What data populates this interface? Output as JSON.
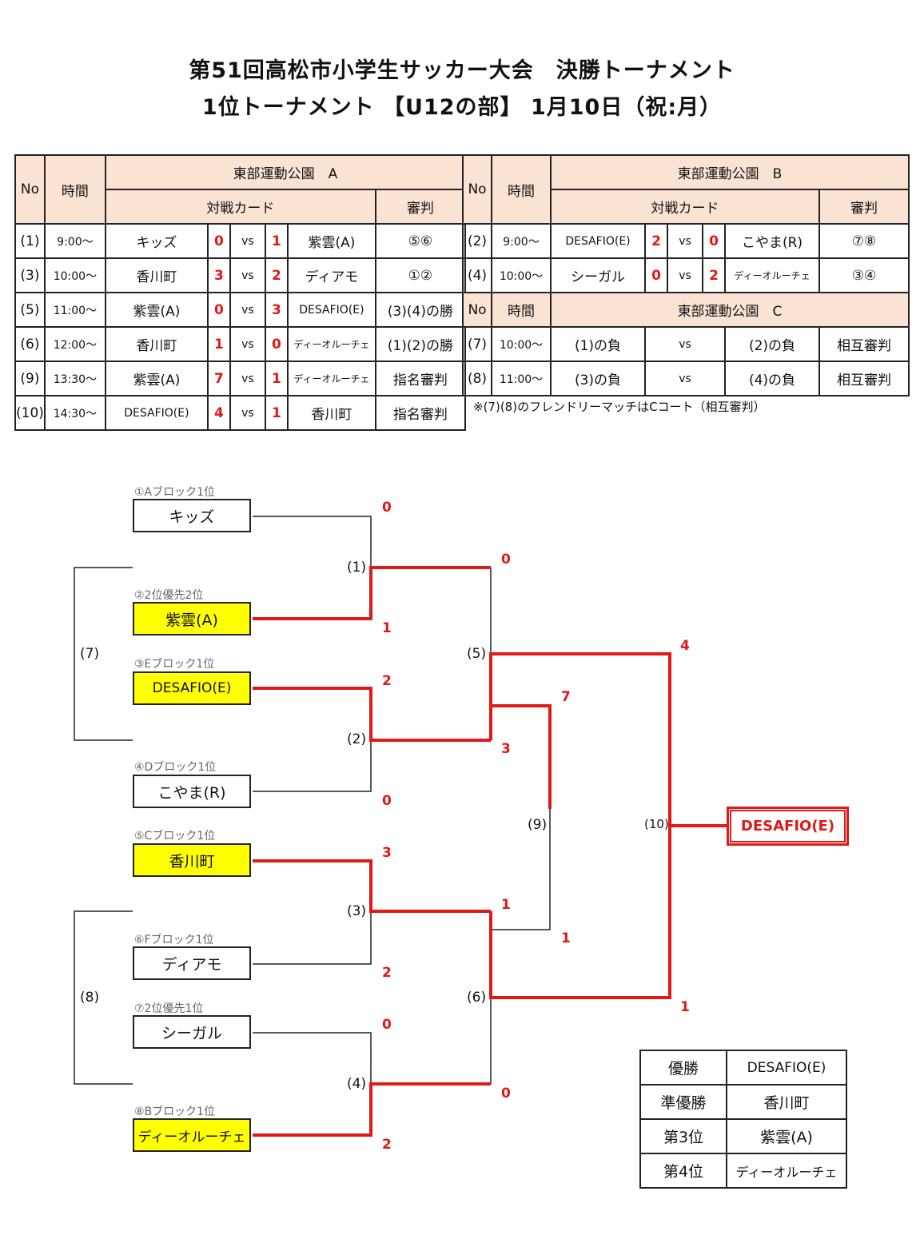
{
  "title": {
    "line1": "第51回高松市小学生サッカー大会　決勝トーナメント",
    "line2": "1位トーナメント 【U12の部】 1月10日（祝:月）"
  },
  "schedule": {
    "hdr_no": "No",
    "hdr_time": "時間",
    "hdr_card": "対戦カード",
    "hdr_ref": "審判",
    "vs": "vs",
    "venue_a": "東部運動公園　A",
    "venue_b": "東部運動公園　B",
    "venue_c": "東部運動公園　C",
    "a_rows": [
      {
        "no": "(1)",
        "time": "9:00～",
        "home": "キッズ",
        "hs": "0",
        "as": "1",
        "away": "紫雲(A)",
        "ref": "⑤⑥"
      },
      {
        "no": "(3)",
        "time": "10:00～",
        "home": "香川町",
        "hs": "3",
        "as": "2",
        "away": "ディアモ",
        "ref": "①②"
      },
      {
        "no": "(5)",
        "time": "11:00～",
        "home": "紫雲(A)",
        "hs": "0",
        "as": "3",
        "away": "DESAFIO(E)",
        "ref": "(3)(4)の勝"
      },
      {
        "no": "(6)",
        "time": "12:00～",
        "home": "香川町",
        "hs": "1",
        "as": "0",
        "away": "ディーオルーチェ",
        "ref": "(1)(2)の勝"
      },
      {
        "no": "(9)",
        "time": "13:30～",
        "home": "紫雲(A)",
        "hs": "7",
        "as": "1",
        "away": "ディーオルーチェ",
        "ref": "指名審判"
      },
      {
        "no": "(10)",
        "time": "14:30～",
        "home": "DESAFIO(E)",
        "hs": "4",
        "as": "1",
        "away": "香川町",
        "ref": "指名審判"
      }
    ],
    "b_rows": [
      {
        "no": "(2)",
        "time": "9:00～",
        "home": "DESAFIO(E)",
        "hs": "2",
        "as": "0",
        "away": "こやま(R)",
        "ref": "⑦⑧"
      },
      {
        "no": "(4)",
        "time": "10:00～",
        "home": "シーガル",
        "hs": "0",
        "as": "2",
        "away": "ディーオルーチェ",
        "ref": "③④"
      }
    ],
    "c_rows": [
      {
        "no": "(7)",
        "time": "10:00～",
        "home": "(1)の負",
        "away": "(2)の負",
        "ref": "相互審判"
      },
      {
        "no": "(8)",
        "time": "11:00～",
        "home": "(3)の負",
        "away": "(4)の負",
        "ref": "相互審判"
      }
    ],
    "note": "※(7)(8)のフレンドリーマッチはCコート（相互審判）"
  },
  "bracket": {
    "seeds": [
      {
        "label": "①Aブロック1位",
        "team": "キッズ"
      },
      {
        "label": "②2位優先2位",
        "team": "紫雲(A)"
      },
      {
        "label": "③Eブロック1位",
        "team": "DESAFIO(E)"
      },
      {
        "label": "④Dブロック1位",
        "team": "こやま(R)"
      },
      {
        "label": "⑤Cブロック1位",
        "team": "香川町"
      },
      {
        "label": "⑥Fブロック1位",
        "team": "ディアモ"
      },
      {
        "label": "⑦2位優先1位",
        "team": "シーガル"
      },
      {
        "label": "⑧Bブロック1位",
        "team": "ディーオルーチェ"
      }
    ],
    "match_labels": [
      "(1)",
      "(2)",
      "(3)",
      "(4)",
      "(5)",
      "(6)",
      "(7)",
      "(8)",
      "(9)",
      "(10)"
    ],
    "scores": {
      "m1_top": "0",
      "m1_bot": "1",
      "m2_top": "2",
      "m2_bot": "0",
      "m3_top": "3",
      "m3_bot": "2",
      "m4_top": "0",
      "m4_bot": "2",
      "m5_top": "0",
      "m5_bot": "3",
      "m6_top": "1",
      "m6_bot": "0",
      "m9_top": "7",
      "m9_bot": "1",
      "m10_top": "4",
      "m10_bot": "1"
    },
    "champion": "DESAFIO(E)"
  },
  "ranking": [
    {
      "place": "優勝",
      "team": "DESAFIO(E)"
    },
    {
      "place": "準優勝",
      "team": "香川町"
    },
    {
      "place": "第3位",
      "team": "紫雲(A)"
    },
    {
      "place": "第4位",
      "team": "ディーオルーチェ"
    }
  ],
  "colors": {
    "winner_line": "#e01818",
    "header_bg": "#fbe3d4",
    "highlight": "#ffff00"
  }
}
